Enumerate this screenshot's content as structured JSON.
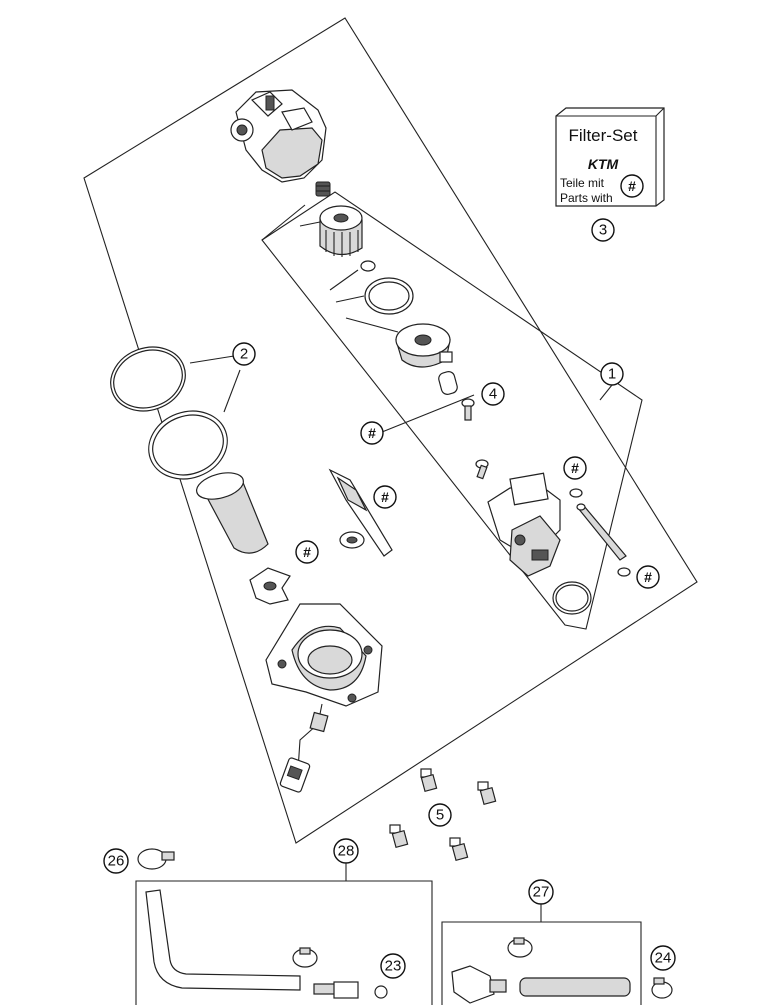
{
  "filter_set": {
    "title": "Filter-Set",
    "logo": "KTM",
    "line1": "Teile mit",
    "line2": "Parts with",
    "marker": "#"
  },
  "callouts": {
    "c1": "1",
    "c2": "2",
    "c3": "3",
    "c4": "4",
    "c5": "5",
    "c23": "23",
    "c24": "24",
    "c26": "26",
    "c27": "27",
    "c28": "28"
  },
  "hash_marker": "#",
  "colors": {
    "line": "#222222",
    "shade": "#d9d9d9",
    "background": "#ffffff"
  }
}
